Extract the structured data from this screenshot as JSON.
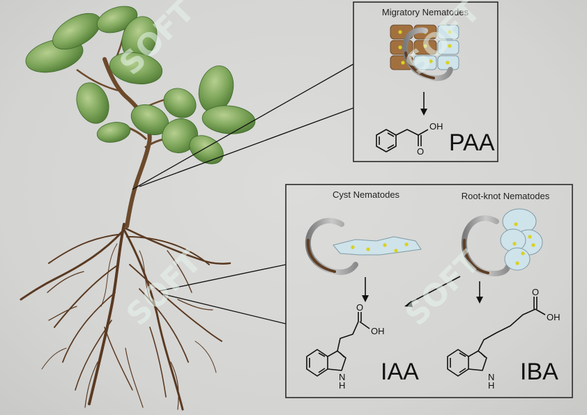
{
  "migratory_panel": {
    "title": "Migratory Nematodes",
    "product": "PAA",
    "atom_label": "OH",
    "atom_o": "O"
  },
  "lower_panel": {
    "cyst_title": "Cyst Nematodes",
    "rootknot_title": "Root-knot Nematodes",
    "product_iaa": "IAA",
    "product_iba": "IBA",
    "atom_oh": "OH",
    "atom_o": "O",
    "atom_nh": "N",
    "atom_h": "H"
  },
  "watermark": "SOFT",
  "colors": {
    "leaf": "#6f9a4a",
    "stem": "#6b4a2b",
    "root": "#5a3a22",
    "brown_cell": "#a2703f",
    "blue_cell": "#cfe3ea",
    "dot": "#d9d21f",
    "watermark": "#e8f5ee"
  }
}
